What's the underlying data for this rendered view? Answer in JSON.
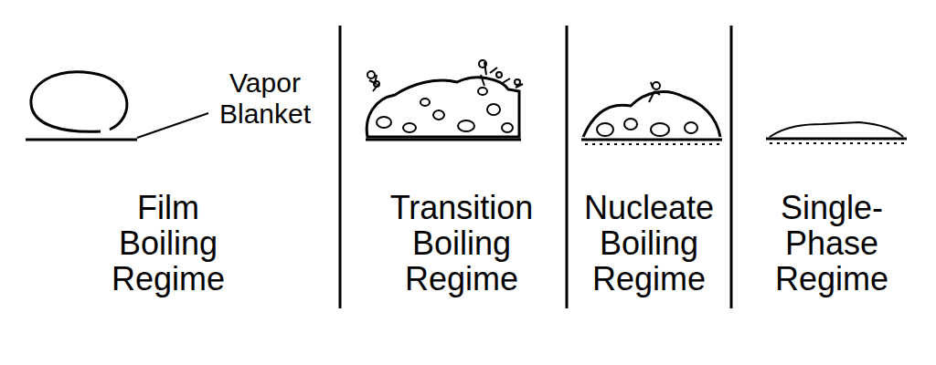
{
  "diagram": {
    "labels": [
      "Vapor Blanket",
      "Film Boiling Regime",
      "Transition Boiling Regime",
      "Nucleate Boiling Regime",
      "Single-Phase Regime"
    ]
  }
}
